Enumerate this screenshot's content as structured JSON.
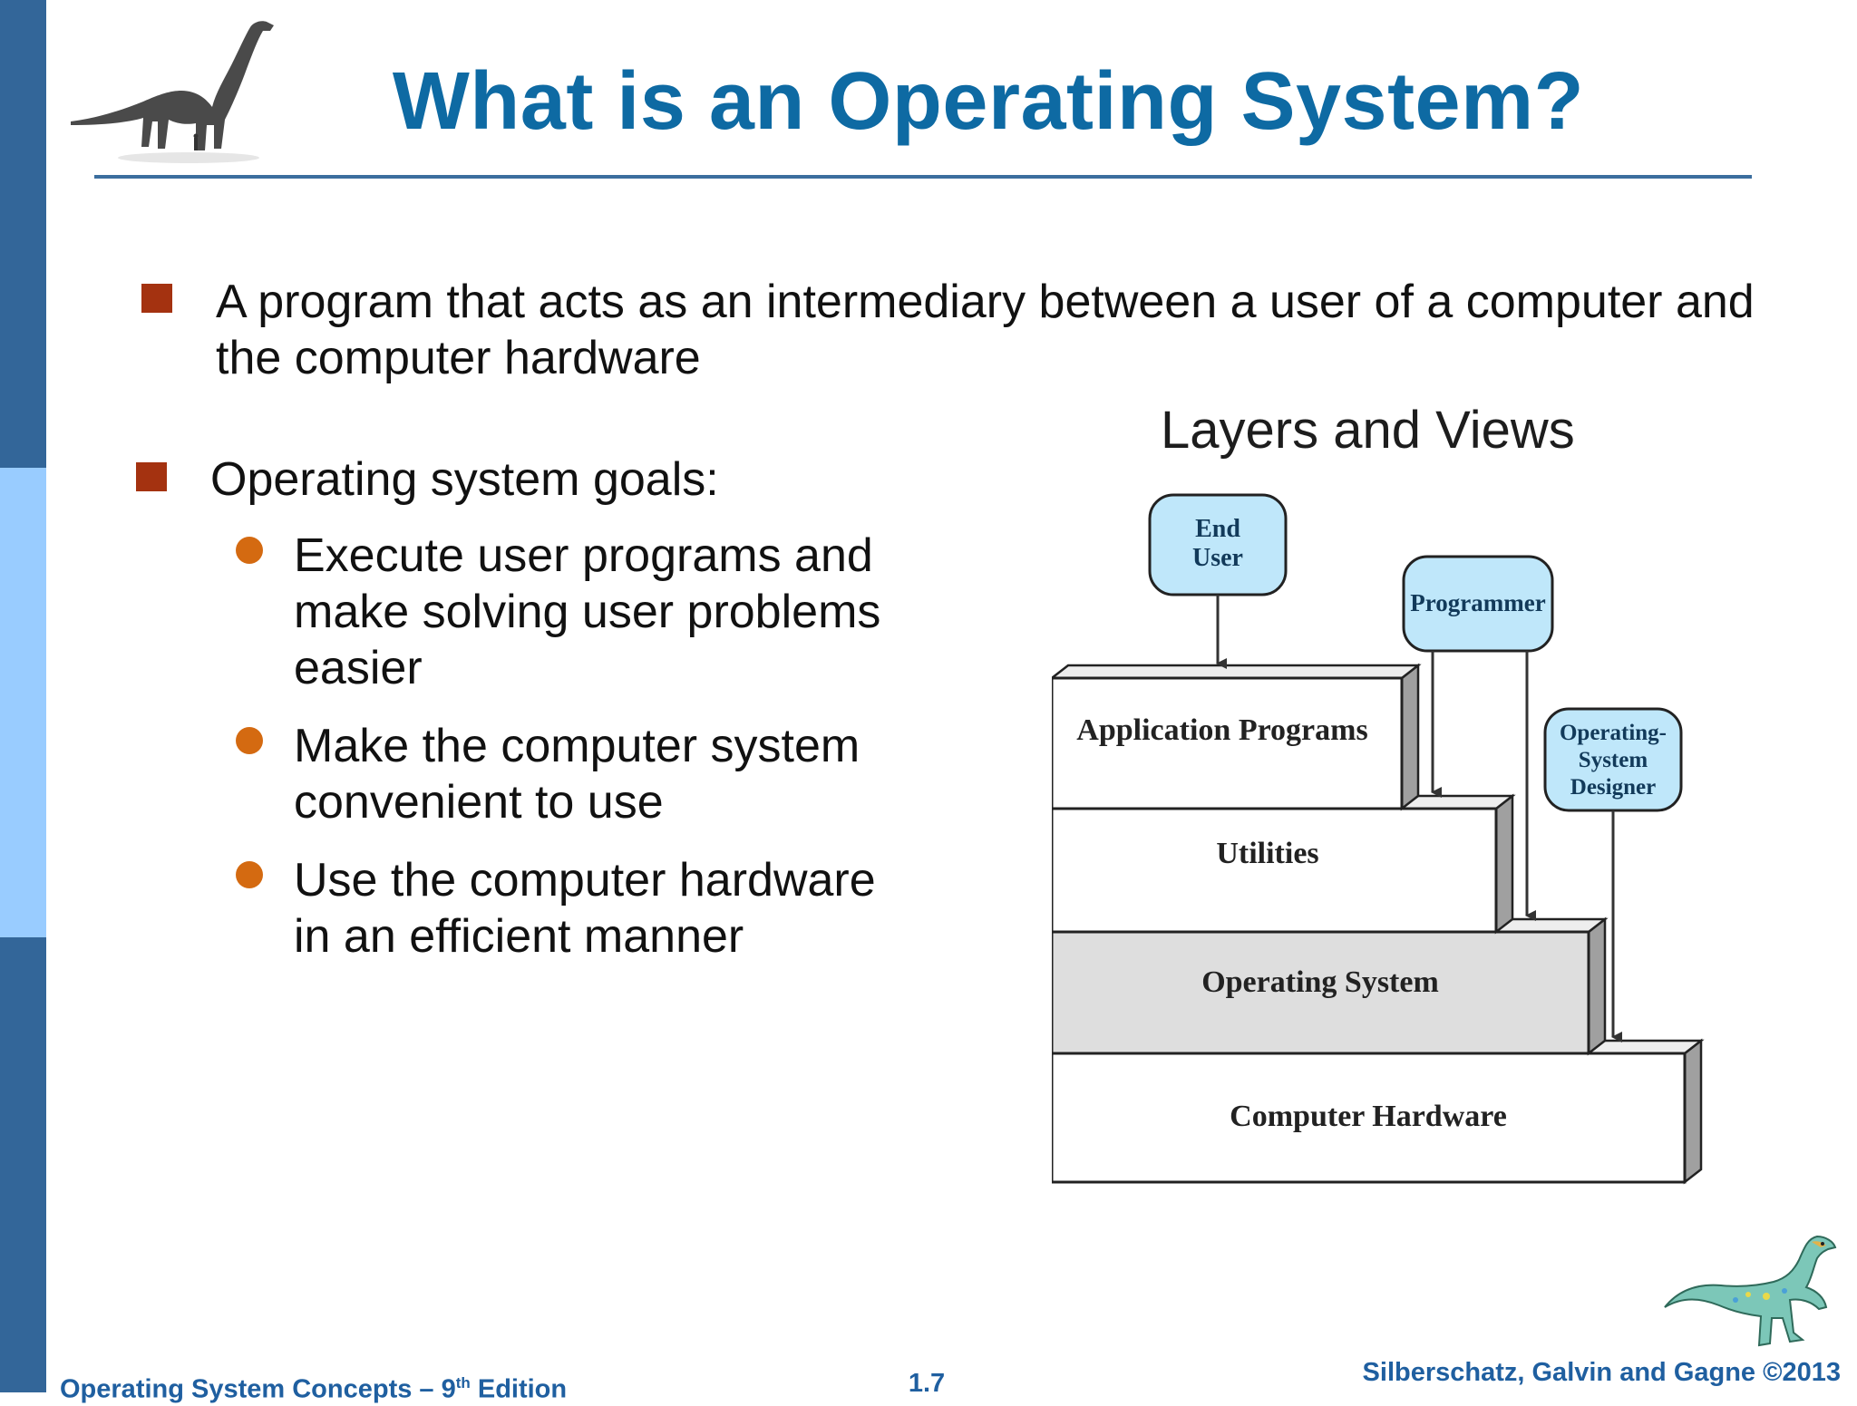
{
  "slide": {
    "title": "What is an Operating System?",
    "colors": {
      "title": "#0e6aa3",
      "rule": "#3b6e9e",
      "sidebar_dark": "#336699",
      "sidebar_light": "#99ccff",
      "square_bullet": "#a43210",
      "round_bullet": "#d46a11",
      "footer_text": "#1f5fa0",
      "box_fill": "#ffffff",
      "os_box_fill": "#dedede",
      "actor_fill": "#bfe7fa",
      "box_side": "#a0a0a0"
    },
    "bullets": [
      {
        "text_lines": [
          "A program that acts as an intermediary between a user of a computer and",
          "the computer hardware"
        ]
      },
      {
        "text": "Operating system goals:",
        "sub": [
          {
            "text_lines": [
              "Execute user programs and",
              "make solving user problems",
              "easier"
            ]
          },
          {
            "text_lines": [
              "Make the computer system",
              "convenient to use"
            ]
          },
          {
            "text_lines": [
              "Use the computer hardware",
              "in an efficient manner"
            ]
          }
        ]
      }
    ],
    "diagram": {
      "heading": "Layers and Views",
      "layers": [
        "Application Programs",
        "Utilities",
        "Operating System",
        "Computer Hardware"
      ],
      "actors": {
        "end_user": [
          "End",
          "User"
        ],
        "programmer": "Programmer",
        "os_designer": [
          "Operating-",
          "System",
          "Designer"
        ]
      }
    },
    "footer": {
      "left_prefix": "Operating System Concepts – 9",
      "left_sup": "th",
      "left_suffix": " Edition",
      "center": "1.7",
      "right": "Silberschatz, Galvin and Gagne ©2013"
    },
    "icons": {
      "top_logo": "brachiosaurus-logo-icon",
      "bottom_logo": "dinosaur-logo-icon"
    }
  }
}
